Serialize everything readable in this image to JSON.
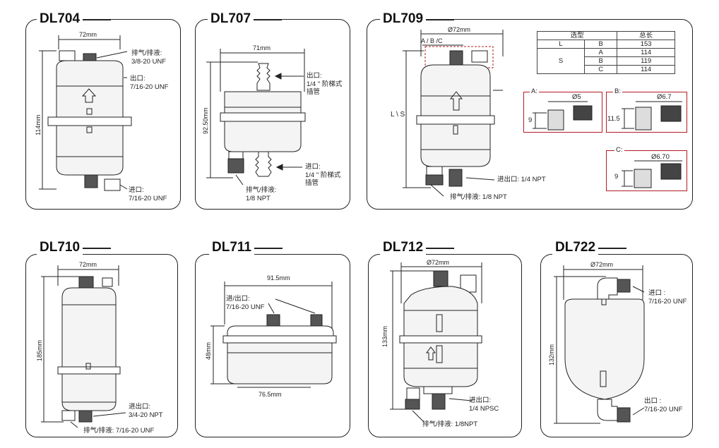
{
  "panels": {
    "dl704": {
      "title": "DL704",
      "width": "72mm",
      "height": "114mm",
      "top_label": "排气/排液:\n3/8-20 UNF",
      "outlet_label": "出口:\n7/16-20 UNF",
      "inlet_label": "进口:\n7/16-20 UNF"
    },
    "dl707": {
      "title": "DL707",
      "width": "71mm",
      "height": "92.50mm",
      "outlet_label": "出口:\n1/4 \" 阶梯式\n插管",
      "inlet_label": "进口:\n1/4 \" 阶梯式\n插管",
      "drain_label": "排气/排液:\n1/8 NPT"
    },
    "dl709": {
      "title": "DL709",
      "diameter": "Ø72mm",
      "variant_label": "A / B /C",
      "length_label": "L \\ S",
      "inout_label": "进出口: 1/4 NPT",
      "drain_label": "排气/排液: 1/8 NPT",
      "table": {
        "headers": [
          "选型",
          "总长"
        ],
        "rows": [
          {
            "group": "L",
            "type": "B",
            "length": "153"
          },
          {
            "group": "S",
            "type": "A",
            "length": "114"
          },
          {
            "group": "",
            "type": "B",
            "length": "119"
          },
          {
            "group": "",
            "type": "C",
            "length": "114"
          }
        ]
      },
      "detail_a": {
        "label": "A:",
        "dia": "Ø5",
        "h": "9"
      },
      "detail_b": {
        "label": "B:",
        "dia": "Ø6.7",
        "h": "11.5"
      },
      "detail_c": {
        "label": "C:",
        "dia": "Ø6.70",
        "h": "9"
      }
    },
    "dl710": {
      "title": "DL710",
      "width": "72mm",
      "height": "185mm",
      "inout_label": "进出口:\n3/4-20 NPT",
      "drain_label": "排气/排液: 7/16-20 UNF"
    },
    "dl711": {
      "title": "DL711",
      "top_width": "91.5mm",
      "bottom_width": "76.5mm",
      "height": "48mm",
      "inout_label": "进/出口:\n7/16-20 UNF"
    },
    "dl712": {
      "title": "DL712",
      "diameter": "Ø72mm",
      "height": "133mm",
      "inout_label": "进出口:\n1/4 NPSC",
      "drain_label": "排气/排液: 1/8NPT"
    },
    "dl722": {
      "title": "DL722",
      "diameter": "Ø72mm",
      "height": "132mm",
      "inlet_label": "进口 :\n7/16-20 UNF",
      "outlet_label": "出口 :\n7/16-20 UNF"
    }
  },
  "colors": {
    "detail_border": "#b31b24",
    "line": "#222222",
    "body_fill": "#f4f4f4"
  }
}
